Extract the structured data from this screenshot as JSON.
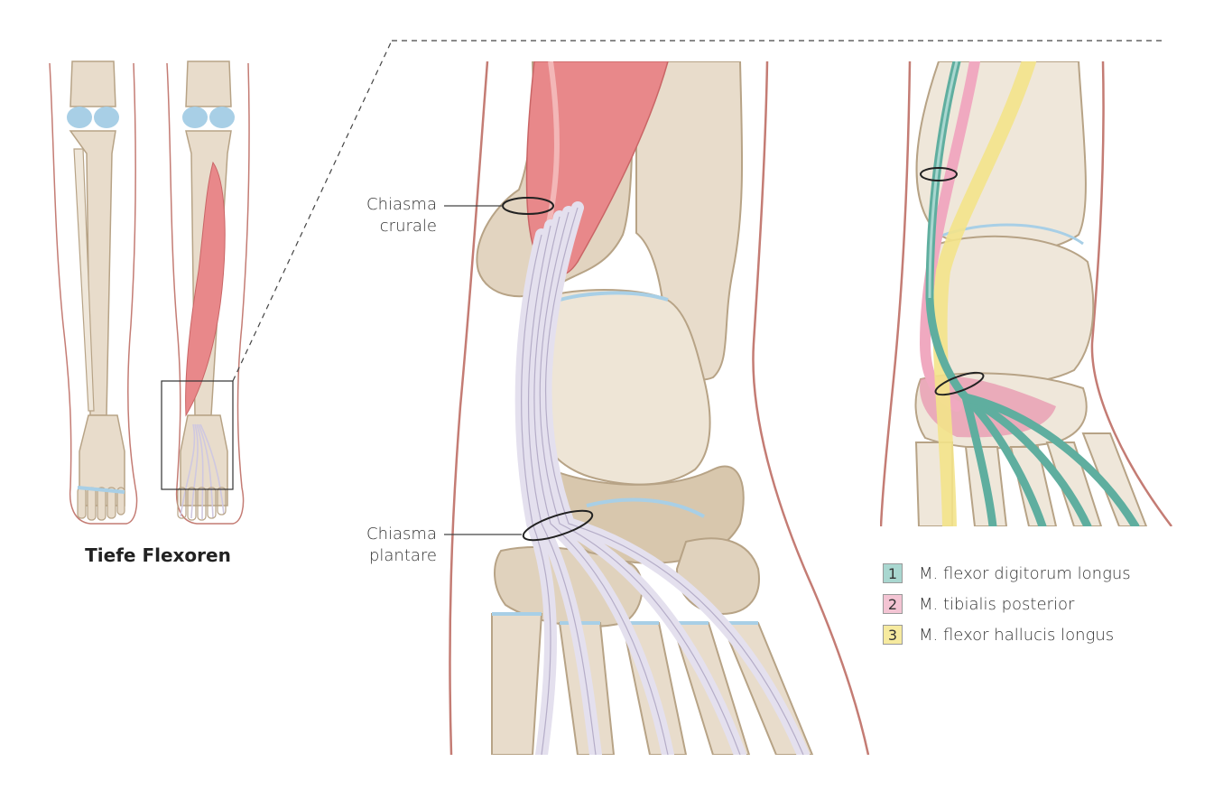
{
  "caption": "Tiefe Flexoren",
  "labels": {
    "chiasma_crurale": [
      "Chiasma",
      "crurale"
    ],
    "chiasma_plantare": [
      "Chiasma",
      "plantare"
    ]
  },
  "legend": [
    {
      "num": "1",
      "text": "M. flexor digitorum longus",
      "color": "#a9d7d0"
    },
    {
      "num": "2",
      "text": "M. tibialis posterior",
      "color": "#f3c4d3"
    },
    {
      "num": "3",
      "text": "M. flexor hallucis longus",
      "color": "#f6ea9f"
    }
  ],
  "colors": {
    "bone": "#e8dccb",
    "bone_shade": "#c9b69b",
    "bone_outline": "#b7a386",
    "skin_outline": "#c47c74",
    "muscle": "#e8888a",
    "tendon": "#e4e0ee",
    "cartilage": "#a8cfe6",
    "flexor_digitorum": "#5fae9f",
    "tibialis_posterior": "#f0a9c0",
    "flexor_hallucis": "#f3e38a"
  }
}
